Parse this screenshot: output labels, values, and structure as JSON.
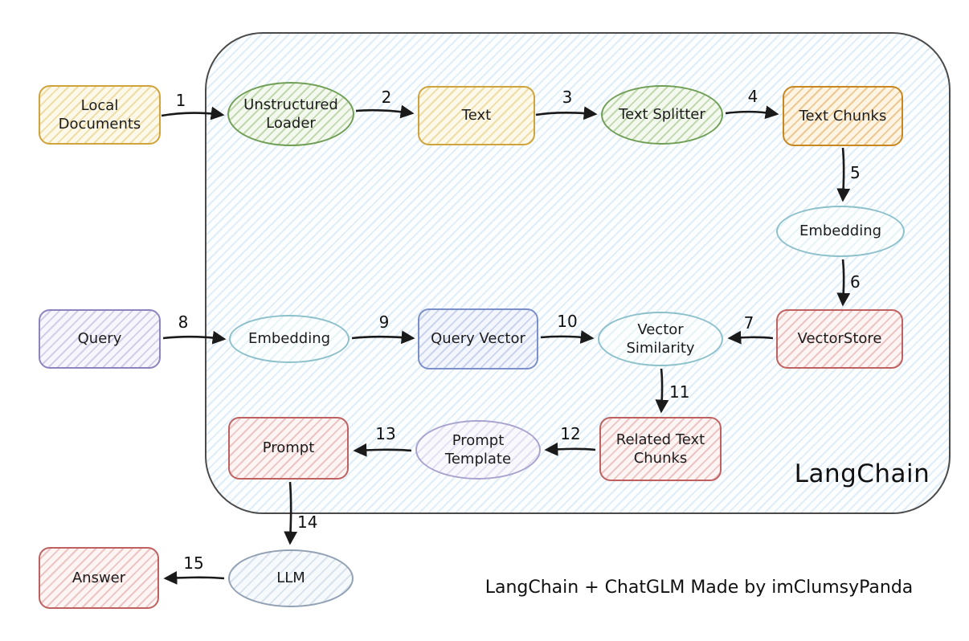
{
  "container_label": "LangChain",
  "caption": "LangChain + ChatGLM Made by imClumsyPanda",
  "nodes": {
    "local_documents": {
      "label": "Local Documents",
      "shape": "rect",
      "color": "yellow"
    },
    "unstructured_loader": {
      "label": "Unstructured Loader",
      "shape": "ellipse",
      "color": "green"
    },
    "text": {
      "label": "Text",
      "shape": "rect",
      "color": "yellow"
    },
    "text_splitter": {
      "label": "Text Splitter",
      "shape": "ellipse",
      "color": "green"
    },
    "text_chunks": {
      "label": "Text Chunks",
      "shape": "rect",
      "color": "orange"
    },
    "embedding_docs": {
      "label": "Embedding",
      "shape": "ellipse",
      "color": "teal"
    },
    "vectorstore": {
      "label": "VectorStore",
      "shape": "rect",
      "color": "red"
    },
    "query": {
      "label": "Query",
      "shape": "rect",
      "color": "purple"
    },
    "embedding_query": {
      "label": "Embedding",
      "shape": "ellipse",
      "color": "teal"
    },
    "query_vector": {
      "label": "Query Vector",
      "shape": "rect",
      "color": "blue"
    },
    "vector_similarity": {
      "label": "Vector Similarity",
      "shape": "ellipse",
      "color": "teal"
    },
    "related_text_chunks": {
      "label": "Related Text Chunks",
      "shape": "rect",
      "color": "red"
    },
    "prompt_template": {
      "label": "Prompt Template",
      "shape": "ellipse",
      "color": "lavender"
    },
    "prompt": {
      "label": "Prompt",
      "shape": "rect",
      "color": "red"
    },
    "llm": {
      "label": "LLM",
      "shape": "ellipse",
      "color": "bluegray"
    },
    "answer": {
      "label": "Answer",
      "shape": "rect",
      "color": "red"
    }
  },
  "edges": [
    {
      "label": "1",
      "from": "local_documents",
      "to": "unstructured_loader"
    },
    {
      "label": "2",
      "from": "unstructured_loader",
      "to": "text"
    },
    {
      "label": "3",
      "from": "text",
      "to": "text_splitter"
    },
    {
      "label": "4",
      "from": "text_splitter",
      "to": "text_chunks"
    },
    {
      "label": "5",
      "from": "text_chunks",
      "to": "embedding_docs"
    },
    {
      "label": "6",
      "from": "embedding_docs",
      "to": "vectorstore"
    },
    {
      "label": "7",
      "from": "vectorstore",
      "to": "vector_similarity"
    },
    {
      "label": "8",
      "from": "query",
      "to": "embedding_query"
    },
    {
      "label": "9",
      "from": "embedding_query",
      "to": "query_vector"
    },
    {
      "label": "10",
      "from": "query_vector",
      "to": "vector_similarity"
    },
    {
      "label": "11",
      "from": "vector_similarity",
      "to": "related_text_chunks"
    },
    {
      "label": "12",
      "from": "related_text_chunks",
      "to": "prompt_template"
    },
    {
      "label": "13",
      "from": "prompt_template",
      "to": "prompt"
    },
    {
      "label": "14",
      "from": "prompt",
      "to": "llm"
    },
    {
      "label": "15",
      "from": "llm",
      "to": "answer"
    }
  ],
  "colors": {
    "yellow_border": "#cfa43c",
    "green_border": "#6f9e55",
    "orange_border": "#c9871f",
    "teal_border": "#8cc0cb",
    "red_border": "#bf6161",
    "purple_border": "#8e84bd",
    "blue_border": "#7b90ca",
    "lavender_border": "#a8a2cf",
    "bluegray_border": "#92a0b4",
    "arrow": "#1a1a1a",
    "container_hatch": "#bcd8ec"
  }
}
